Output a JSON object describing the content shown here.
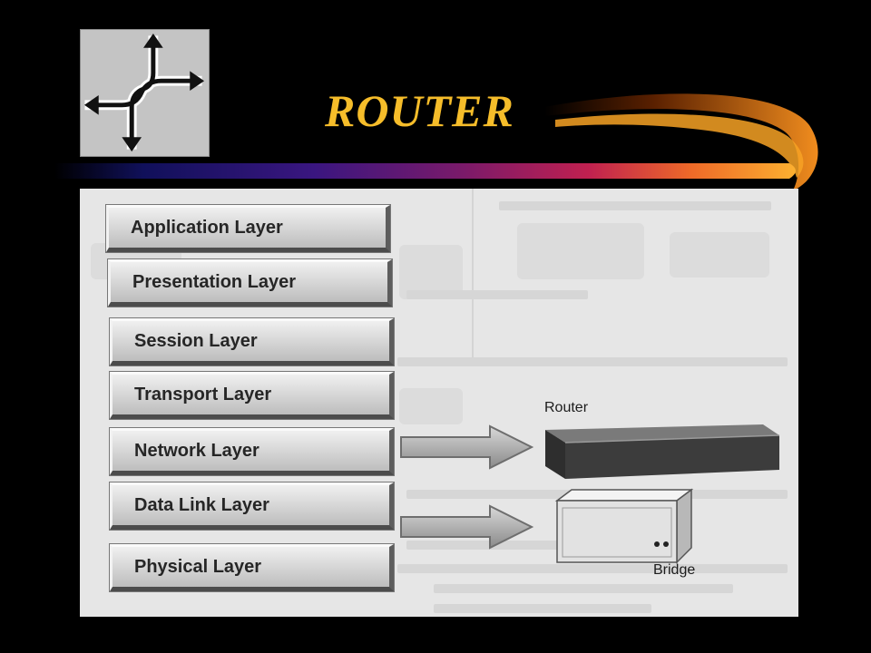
{
  "slide": {
    "title": "ROUTER",
    "logo_icon": "crossroad-arrows-icon"
  },
  "diagram": {
    "layers": [
      "Application Layer",
      "Presentation Layer",
      "Session Layer",
      "Transport Layer",
      "Network Layer",
      "Data Link Layer",
      "Physical Layer"
    ],
    "devices": {
      "router_label": "Router",
      "bridge_label": "Bridge"
    },
    "colors": {
      "title": "#f6bd2a",
      "background": "#000000",
      "panel": "#e6e6e6"
    }
  }
}
